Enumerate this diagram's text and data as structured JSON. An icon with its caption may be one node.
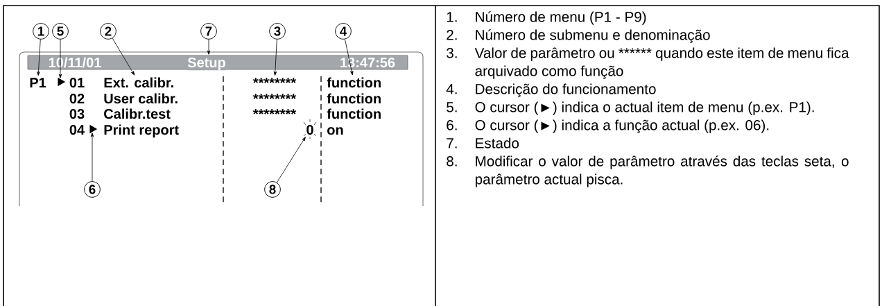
{
  "diagram": {
    "nodes": [
      {
        "text": [
          "10/11/01",
          "Setup",
          "13:47:56"
        ]
      },
      {
        "text": [
          "P1"
        ]
      },
      {
        "text": [],
        "shape": "triangle"
      },
      {
        "text": [
          "Ext. calibr."
        ]
      },
      {
        "text": [
          "********"
        ]
      },
      {
        "text": [
          "function"
        ]
      },
      {
        "text": [],
        "shape": "triangle"
      },
      {
        "text": [
          "0"
        ]
      },
      {
        "text": [
          "1"
        ]
      },
      {
        "text": [
          "5"
        ]
      },
      {
        "text": [
          "2"
        ]
      },
      {
        "text": [
          "7"
        ]
      },
      {
        "text": [
          "3"
        ]
      },
      {
        "text": [
          "4"
        ]
      },
      {
        "text": [
          "6"
        ]
      },
      {
        "text": [
          "8"
        ]
      }
    ],
    "edges": [
      {
        "from": 8,
        "to": 1,
        "arrow": "to"
      },
      {
        "from": 9,
        "to": 2,
        "arrow": "to"
      },
      {
        "from": 10,
        "to": 3,
        "arrow": "to"
      },
      {
        "from": 11,
        "to": 0,
        "arrow": "to"
      },
      {
        "from": 12,
        "to": 4,
        "arrow": "to"
      },
      {
        "from": 13,
        "to": 5,
        "arrow": "to"
      },
      {
        "from": 14,
        "to": 6,
        "arrow": "to"
      },
      {
        "from": 15,
        "to": 7,
        "arrow": "to"
      }
    ],
    "labels": [
      "01",
      "02",
      "User calibr.",
      "********",
      "function",
      "03",
      "Calibr.test",
      "********",
      "function",
      "04",
      "Print report",
      "on",
      "1.",
      "Número de menu (P1 - P9)",
      "2.",
      "Número de submenu e denominação",
      "3.",
      "Valor de parâmetro ou ****** quando este item de menu fica arquivado como função",
      "4.",
      "Descrição do funcionamento",
      "5.",
      "O cursor (►) indica o actual item de menu (p.ex. P1).",
      "6.",
      "O cursor (►) indica a função actual (p.ex. 06).",
      "7.",
      "Estado",
      "8.",
      "Modificar o valor de parâmetro através das teclas seta, o parâmetro actual pisca."
    ]
  }
}
